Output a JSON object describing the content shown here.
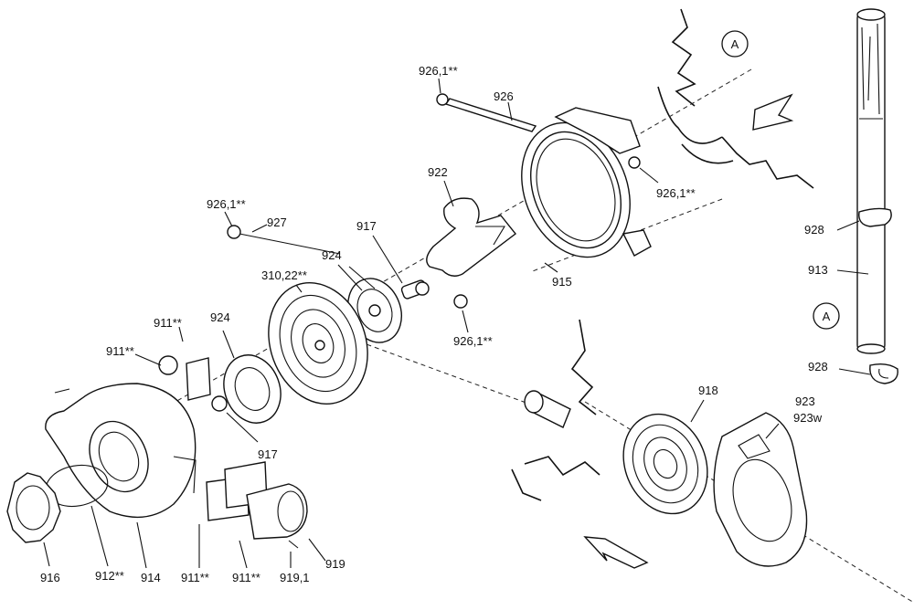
{
  "callouts": {
    "p926_1_top": "926,1**",
    "p926": "926",
    "p922": "922",
    "p926_1_right": "926,1**",
    "p926_1_left": "926,1**",
    "p927": "927",
    "p917_top": "917",
    "p924_top": "924",
    "p310": "310,22**",
    "p915": "915",
    "p926_1_mid": "926,1**",
    "p911_a": "911**",
    "p911_b": "911**",
    "p924_mid": "924",
    "p917_mid": "917",
    "p916": "916",
    "p912": "912**",
    "p914": "914",
    "p911_c": "911**",
    "p911_d": "911**",
    "p919_1": "919,1",
    "p919": "919",
    "p918": "918",
    "p923": "923",
    "p923w": "923w",
    "p928_top": "928",
    "p913": "913",
    "p928_bot": "928"
  },
  "markers": {
    "a_top": "A",
    "a_mid": "A"
  }
}
